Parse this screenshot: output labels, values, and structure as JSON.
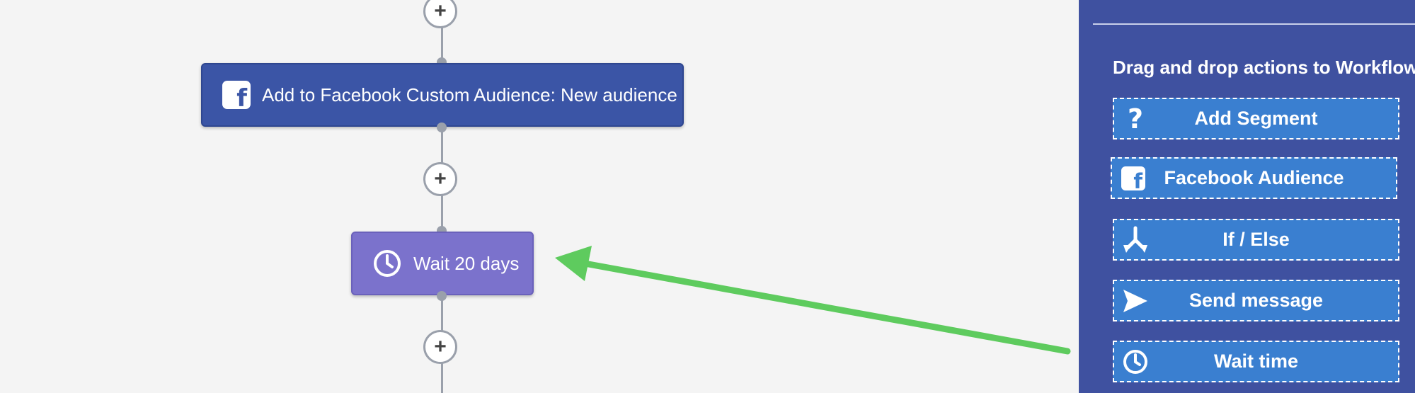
{
  "workflow": {
    "add_button_glyph": "+",
    "nodes": [
      {
        "id": "fb-audience",
        "icon": "facebook-icon",
        "label": "Add to Facebook Custom Audience: New audience",
        "color": "#3b55a6"
      },
      {
        "id": "wait",
        "icon": "clock-icon",
        "label": "Wait 20 days",
        "color": "#7b72cc"
      }
    ],
    "connector_color": "#9aa0ab",
    "arrow_color": "#5ecb5e"
  },
  "sidebar": {
    "title": "Drag and drop actions to Workflow",
    "background": "#3f51a0",
    "action_color": "#3a7fd0",
    "actions": [
      {
        "label": "Add Segment",
        "icon": "question-icon"
      },
      {
        "label": "Facebook Audience",
        "icon": "facebook-icon"
      },
      {
        "label": "If / Else",
        "icon": "split-icon"
      },
      {
        "label": "Send message",
        "icon": "send-icon"
      },
      {
        "label": "Wait time",
        "icon": "clock-icon"
      }
    ]
  }
}
